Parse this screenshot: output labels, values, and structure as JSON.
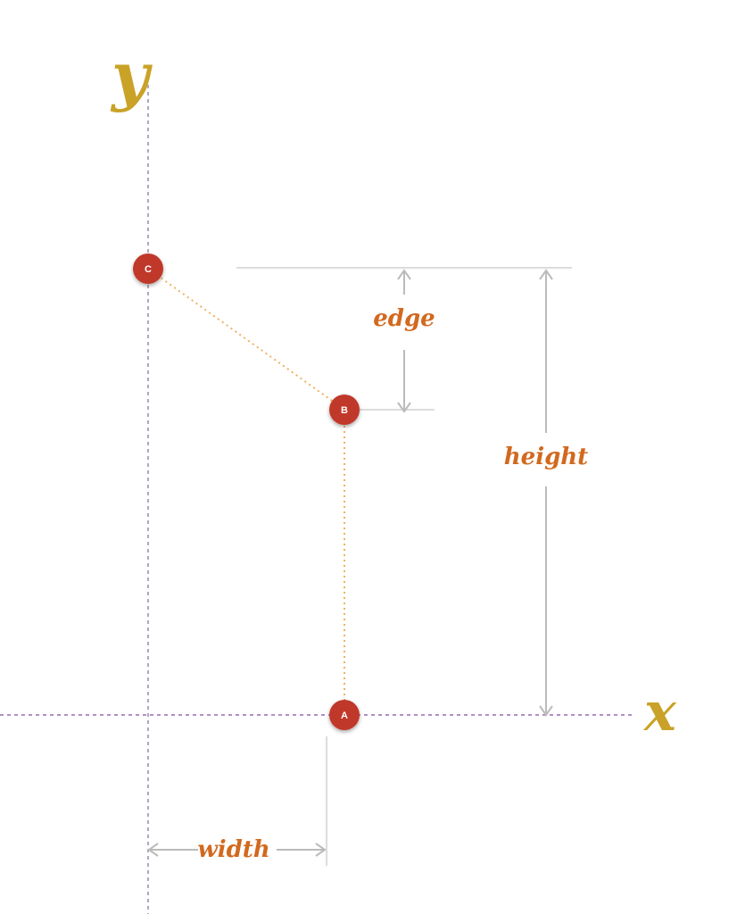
{
  "axes": {
    "x_label": "x",
    "y_label": "y"
  },
  "points": [
    {
      "id": "A",
      "label": "A"
    },
    {
      "id": "B",
      "label": "B"
    },
    {
      "id": "C",
      "label": "C"
    }
  ],
  "dimensions": {
    "edge": "edge",
    "height": "height",
    "width": "width"
  },
  "colors": {
    "axis_line": "#b08fc7",
    "axis_letter": "#c9a227",
    "point_fill": "#c0392b",
    "connector": "#f0b060",
    "dimension_line": "#bbbbbb",
    "dimension_text": "#d2691e"
  }
}
